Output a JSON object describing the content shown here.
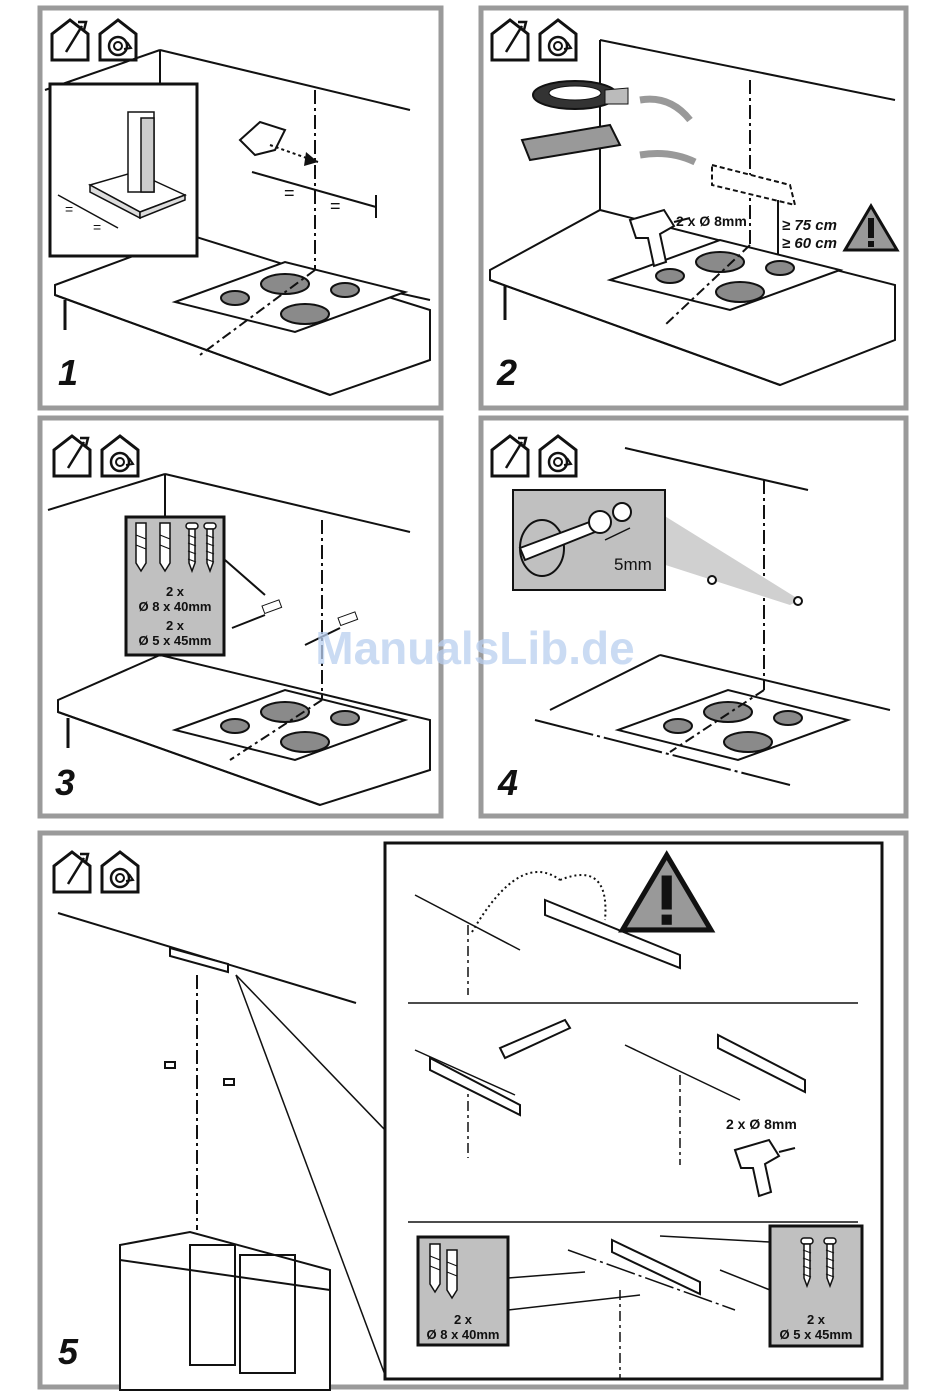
{
  "watermark": "ManualsLib.de",
  "colors": {
    "frame": "#9a9a9a",
    "hob_ring": "#8a8a8a",
    "gray_box": "#c0c0c0",
    "watermark": "#b9cff0"
  },
  "icons": [
    "house-vent-out-icon",
    "house-recirculate-icon",
    "warning-triangle-icon",
    "drill-icon",
    "pencil-icon"
  ],
  "panels": [
    {
      "step": "1",
      "labels": {
        "eq1": "=",
        "eq2": "=",
        "eq3": "=",
        "eq4": "="
      }
    },
    {
      "step": "2",
      "labels": {
        "drill": "2 x Ø 8mm",
        "height1": "≥ 75 cm",
        "height2": "≥ 60 cm"
      }
    },
    {
      "step": "3",
      "labels": {
        "qty1": "2 x",
        "size1": "Ø 8 x 40mm",
        "qty2": "2 x",
        "size2": "Ø 5 x 45mm"
      }
    },
    {
      "step": "4",
      "labels": {
        "gap": "5mm"
      }
    },
    {
      "step": "5",
      "labels": {
        "drill": "2 x Ø 8mm",
        "plug_qty": "2 x",
        "plug_size": "Ø 8 x 40mm",
        "screw_qty": "2 x",
        "screw_size": "Ø 5 x 45mm"
      }
    }
  ]
}
